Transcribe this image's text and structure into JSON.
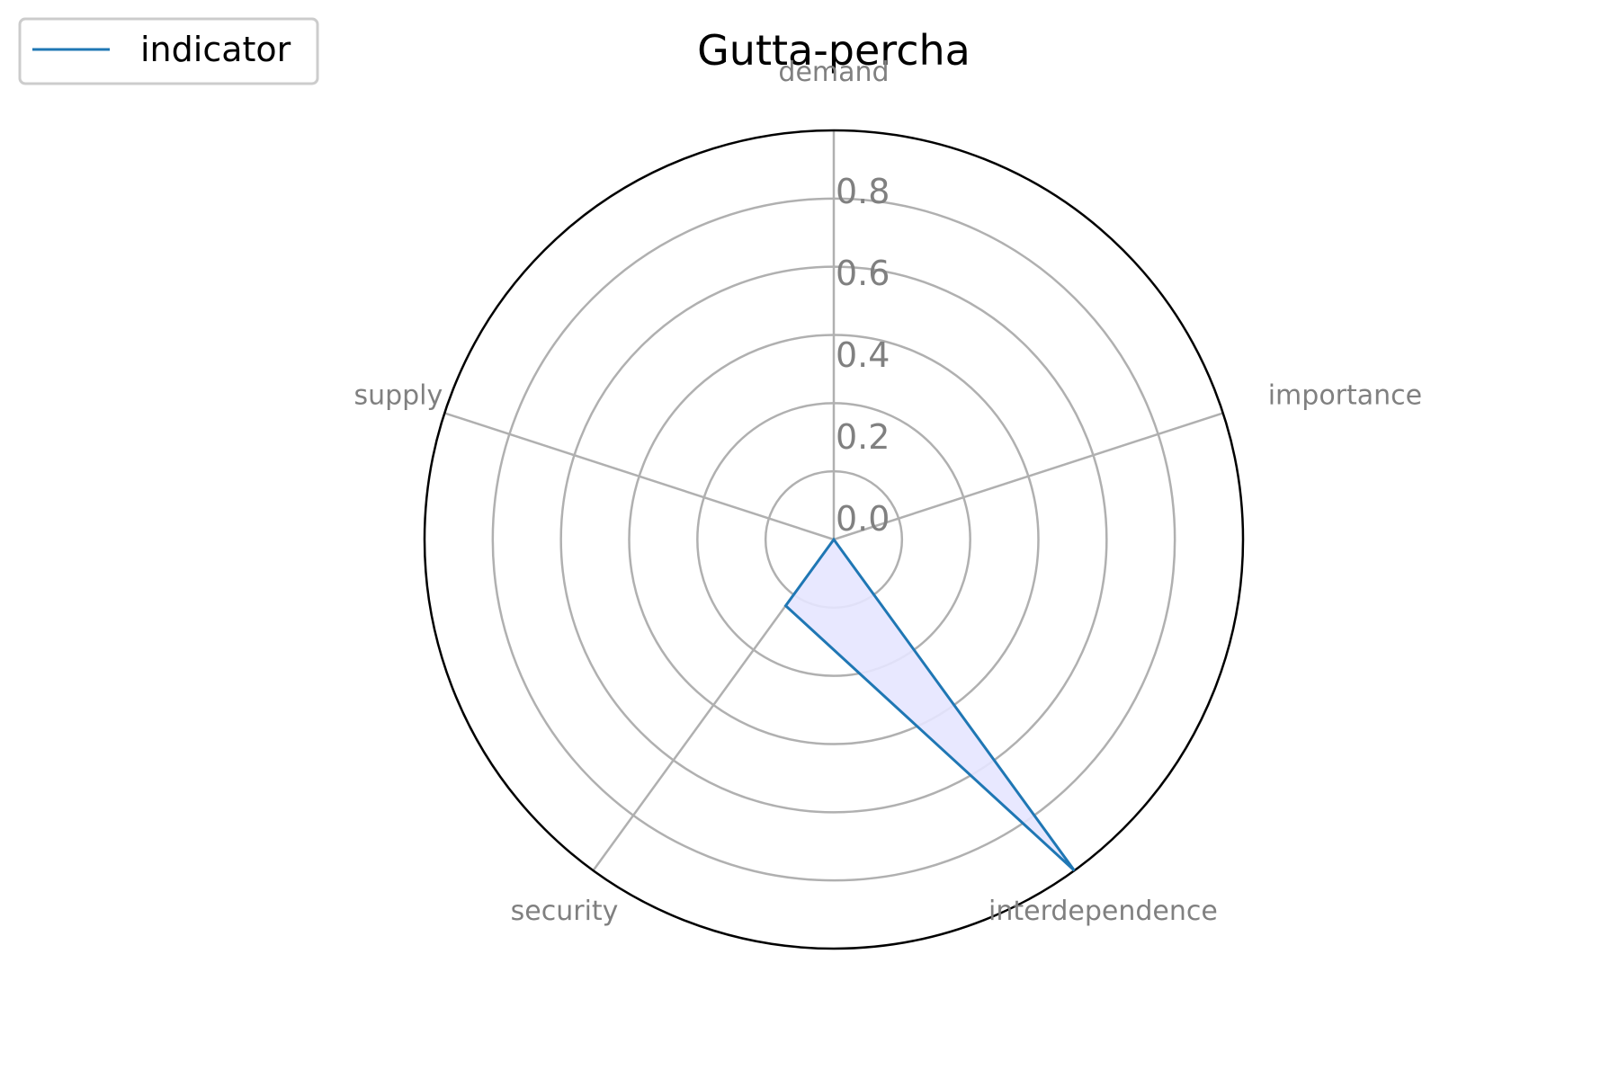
{
  "chart_data": {
    "type": "radar",
    "title": "Gutta-percha",
    "categories": [
      "demand",
      "importance",
      "interdependence",
      "security",
      "supply"
    ],
    "series": [
      {
        "name": "indicator",
        "values": [
          0.0,
          0.0,
          1.0,
          0.2,
          0.0
        ]
      }
    ],
    "r_ticks": [
      "0.0",
      "0.2",
      "0.4",
      "0.6",
      "0.8"
    ],
    "rlim": [
      0,
      1
    ],
    "grid": true,
    "legend_position": "top-left",
    "colors": {
      "line": "#1f77b4",
      "fill": "#e5e5ff",
      "grid": "#b0b0b0",
      "outer": "#000000",
      "label": "#808080"
    }
  }
}
